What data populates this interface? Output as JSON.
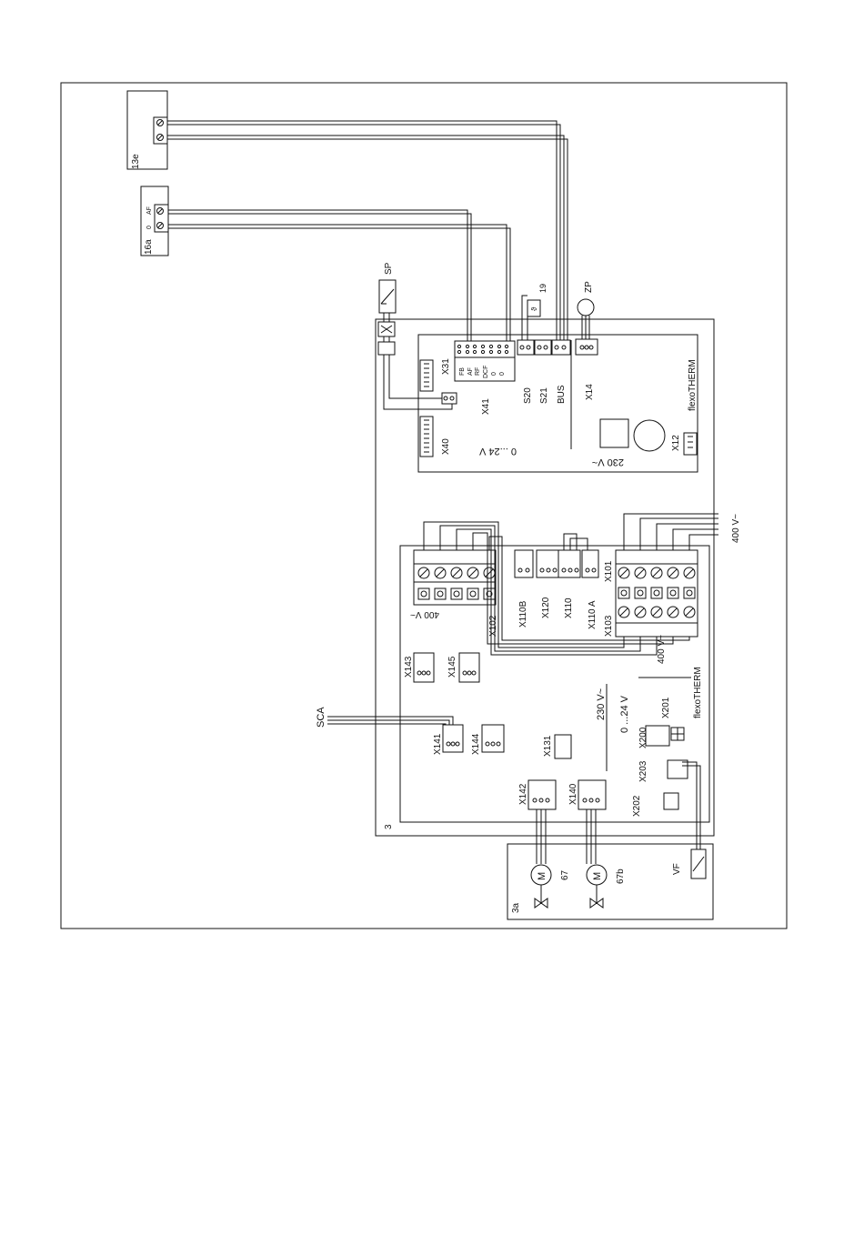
{
  "labels": {
    "box_13e": "13e",
    "box_16a": "16a",
    "af_0": "0",
    "af_af": "AF",
    "sp": "SP",
    "zp": "ZP",
    "n19": "19",
    "x31": "X31",
    "x41": "X41",
    "x40": "X40",
    "x14": "X14",
    "x12": "X12",
    "s20": "S20",
    "s21": "S21",
    "bus": "BUS",
    "fb": "FB",
    "af": "AF",
    "rf": "RF",
    "dcf": "DCF",
    "zero1": "0",
    "zero2": "0",
    "v230_top": "230 V~",
    "v24_top": "0 ...24 V",
    "flexo_top": "flexoTHERM",
    "flexo_bottom": "flexoTHERM",
    "v400_in": "400 V~",
    "v400_x102": "400 V~",
    "v400_x101": "400 V~",
    "x101": "X101",
    "x102": "X102",
    "x103": "X103",
    "x110a": "X110 A",
    "x110": "X110",
    "x120": "X120",
    "x110b": "X110B",
    "x143": "X143",
    "x145": "X145",
    "x141": "X141",
    "x144": "X144",
    "x131": "X131",
    "x142": "X142",
    "x140": "X140",
    "x200": "X200",
    "x201": "X201",
    "x202": "X202",
    "x203": "X203",
    "v230_bottom": "230 V~",
    "v24_bottom": "0 ...24 V",
    "sca": "SCA",
    "n3": "3",
    "n3a": "3a",
    "n67": "67",
    "n67b": "67b",
    "vf": "VF"
  }
}
